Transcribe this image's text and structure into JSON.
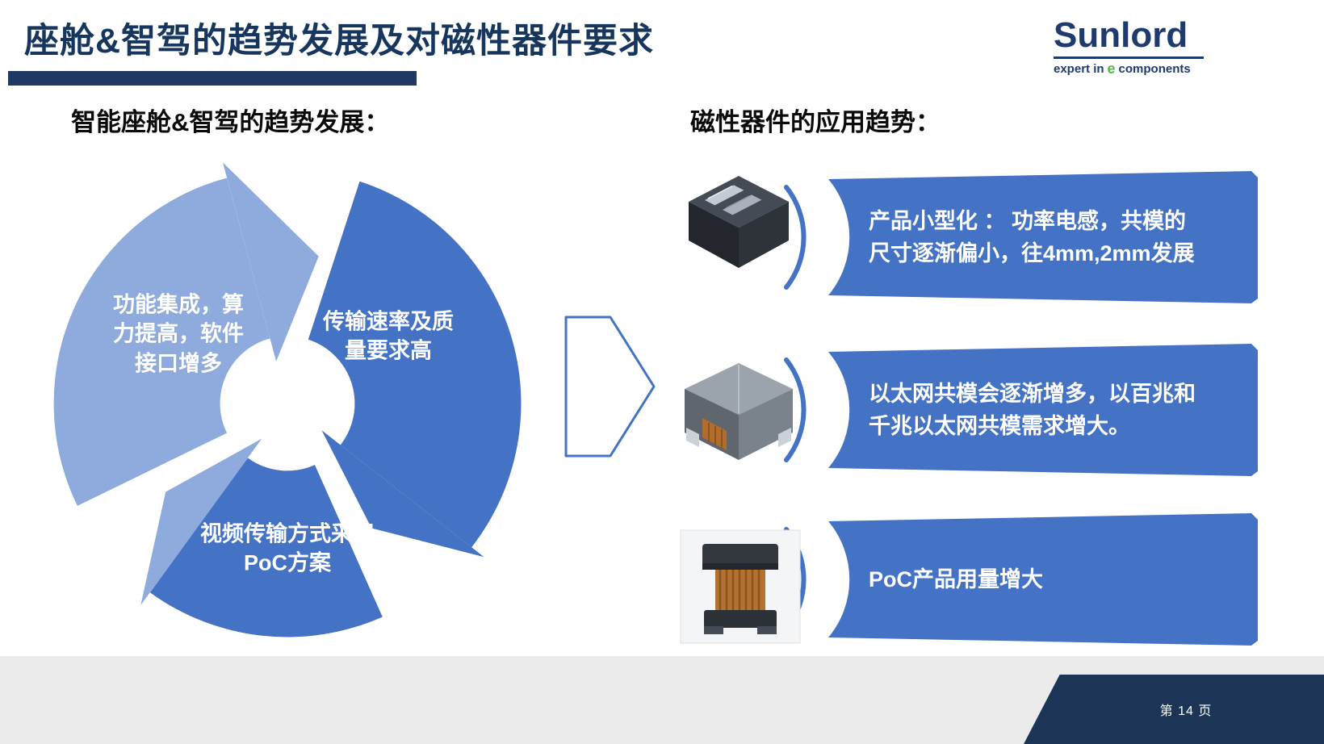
{
  "title": "座舱&智驾的趋势发展及对磁性器件要求",
  "logo": {
    "brand": "Sunlord",
    "tagline_left": "expert in",
    "tagline_e": "e",
    "tagline_right": "components"
  },
  "left_panel": {
    "heading": "智能座舱&智驾的趋势发展：",
    "segments": {
      "left": "功能集成，算\n力提高，软件\n接口增多",
      "right": "传输速率及质\n量要求高",
      "bottom": "视频传输方式采用\nPoC方案"
    }
  },
  "right_panel": {
    "heading": "磁性器件的应用趋势：",
    "banners": [
      {
        "image": "common-mode-choke",
        "text": "产品小型化 ： 功率电感，共模的\n尺寸逐渐偏小，往4mm,2mm发展"
      },
      {
        "image": "ethernet-common-mode-choke",
        "text": "以太网共模会逐渐增多，以百兆和\n千兆以太网共模需求增大。"
      },
      {
        "image": "poc-inductor",
        "text": "PoC产品用量增大"
      }
    ]
  },
  "footer": {
    "page_label": "第 14 页"
  },
  "colors": {
    "title_navy": "#17365d",
    "bar_navy": "#1f3864",
    "banner_blue": "#4472c4",
    "light_blue": "#8faadc",
    "logo_green": "#54b948",
    "footer_gray": "#ebebeb",
    "footer_corner_navy": "#1c3557"
  }
}
